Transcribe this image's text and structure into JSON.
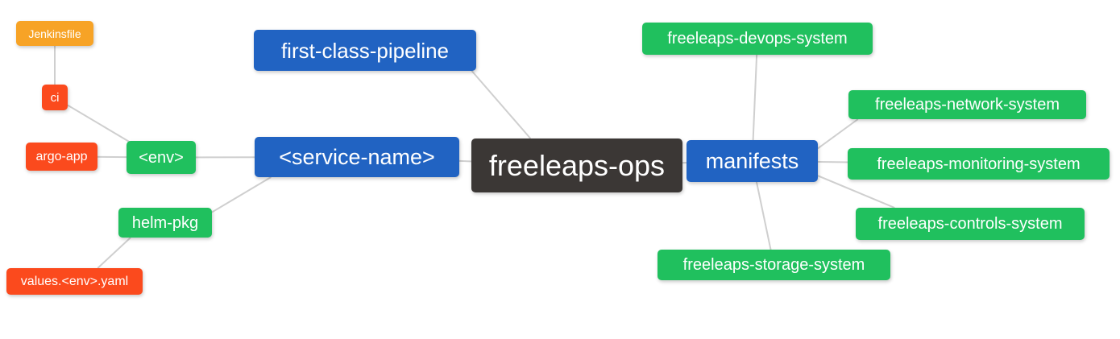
{
  "diagram": {
    "type": "mindmap",
    "title": "freeleaps-ops",
    "colors": {
      "background": "#ffffff",
      "root_bg": "#3b3735",
      "branch_bg": "#2163c2",
      "green_bg": "#20c05e",
      "red_bg": "#fb4a1d",
      "orange_bg": "#f7a326",
      "text": "#ffffff",
      "edge": "#cfcfcf"
    },
    "nodes": [
      {
        "id": "freeleaps-ops",
        "label": "freeleaps-ops",
        "role": "root"
      },
      {
        "id": "first-class-pipeline",
        "label": "first-class-pipeline",
        "role": "branch"
      },
      {
        "id": "service-name",
        "label": "<service-name>",
        "role": "branch"
      },
      {
        "id": "manifests",
        "label": "manifests",
        "role": "branch"
      },
      {
        "id": "env",
        "label": "<env>",
        "role": "green"
      },
      {
        "id": "helm-pkg",
        "label": "helm-pkg",
        "role": "green"
      },
      {
        "id": "ci",
        "label": "ci",
        "role": "red"
      },
      {
        "id": "argo-app",
        "label": "argo-app",
        "role": "red"
      },
      {
        "id": "jenkinsfile",
        "label": "Jenkinsfile",
        "role": "orange"
      },
      {
        "id": "values-env-yaml",
        "label": "values.<env>.yaml",
        "role": "red"
      },
      {
        "id": "freeleaps-devops-system",
        "label": "freeleaps-devops-system",
        "role": "green"
      },
      {
        "id": "freeleaps-network-system",
        "label": "freeleaps-network-system",
        "role": "green"
      },
      {
        "id": "freeleaps-monitoring-system",
        "label": "freeleaps-monitoring-system",
        "role": "green"
      },
      {
        "id": "freeleaps-controls-system",
        "label": "freeleaps-controls-system",
        "role": "green"
      },
      {
        "id": "freeleaps-storage-system",
        "label": "freeleaps-storage-system",
        "role": "green"
      }
    ],
    "edges": [
      {
        "from": "freeleaps-ops",
        "to": "first-class-pipeline"
      },
      {
        "from": "freeleaps-ops",
        "to": "service-name"
      },
      {
        "from": "freeleaps-ops",
        "to": "manifests"
      },
      {
        "from": "service-name",
        "to": "env"
      },
      {
        "from": "service-name",
        "to": "helm-pkg"
      },
      {
        "from": "env",
        "to": "ci"
      },
      {
        "from": "env",
        "to": "argo-app"
      },
      {
        "from": "ci",
        "to": "jenkinsfile"
      },
      {
        "from": "helm-pkg",
        "to": "values-env-yaml"
      },
      {
        "from": "manifests",
        "to": "freeleaps-devops-system"
      },
      {
        "from": "manifests",
        "to": "freeleaps-network-system"
      },
      {
        "from": "manifests",
        "to": "freeleaps-monitoring-system"
      },
      {
        "from": "manifests",
        "to": "freeleaps-controls-system"
      },
      {
        "from": "manifests",
        "to": "freeleaps-storage-system"
      }
    ]
  }
}
